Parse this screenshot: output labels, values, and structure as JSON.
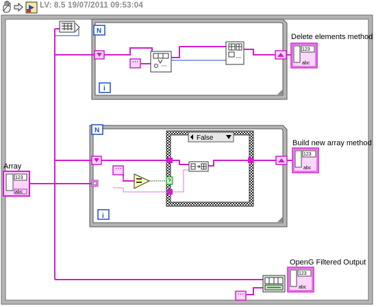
{
  "toolbar": {
    "lv_info": "LV: 8.5 19/07/2011 09:53:04",
    "hand_icon": "hand-icon",
    "arrow_icon": "arrow-icon",
    "vi_icon": "vi-icon"
  },
  "indicators": {
    "delete_label": "Delete elements method",
    "build_label": "Build new array method",
    "openg_label": "OpenG Filtered Output"
  },
  "controls": {
    "array_label": "Array"
  },
  "loops": {
    "count_terminal": "N",
    "iteration_terminal": "i"
  },
  "case_structure": {
    "selector_value": "False"
  },
  "terminal_text": {
    "numeric": "123",
    "string": "abc"
  },
  "colors": {
    "wire_string_array": "#d21bd2",
    "wire_numeric": "#1e4cc8",
    "wire_boolean": "#0a8a0a",
    "structure_gray": "#c8c8c8"
  }
}
